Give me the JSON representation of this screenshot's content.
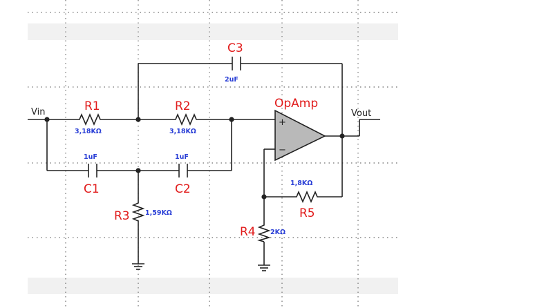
{
  "components": {
    "R1": {
      "name": "R1",
      "value": "3,18KΩ"
    },
    "R2": {
      "name": "R2",
      "value": "3,18KΩ"
    },
    "R3": {
      "name": "R3",
      "value": "1,59KΩ"
    },
    "R4": {
      "name": "R4",
      "value": "2KΩ"
    },
    "R5": {
      "name": "R5",
      "value": "1,8KΩ"
    },
    "C1": {
      "name": "C1",
      "value": "1uF"
    },
    "C2": {
      "name": "C2",
      "value": "1uF"
    },
    "C3": {
      "name": "C3",
      "value": "2uF"
    },
    "opamp": {
      "name": "OpAmp",
      "plus": "+",
      "minus": "−"
    }
  },
  "ports": {
    "vin": "Vin",
    "vout": "Vout"
  },
  "colors": {
    "label": "#e11b1b",
    "value": "#2a3fd6",
    "wire": "#222222",
    "opamp_fill": "#b9b9b9",
    "band": "#f1f1f1"
  }
}
